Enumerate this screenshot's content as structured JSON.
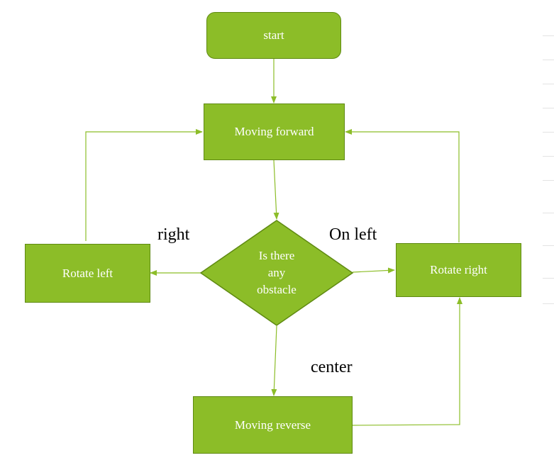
{
  "nodes": {
    "start": "start",
    "moving_forward": "Moving forward",
    "obstacle_line1": "Is there",
    "obstacle_line2": "any",
    "obstacle_line3": "obstacle",
    "rotate_left": "Rotate left",
    "rotate_right": "Rotate right",
    "moving_reverse": "Moving reverse"
  },
  "edge_labels": {
    "right": "right",
    "on_left": "On left",
    "center": "center"
  },
  "colors": {
    "node_fill": "#8cbd28",
    "node_border": "#5f8a12",
    "connector": "#8cbd28",
    "label_text": "#000000",
    "node_text": "#ffffff"
  }
}
